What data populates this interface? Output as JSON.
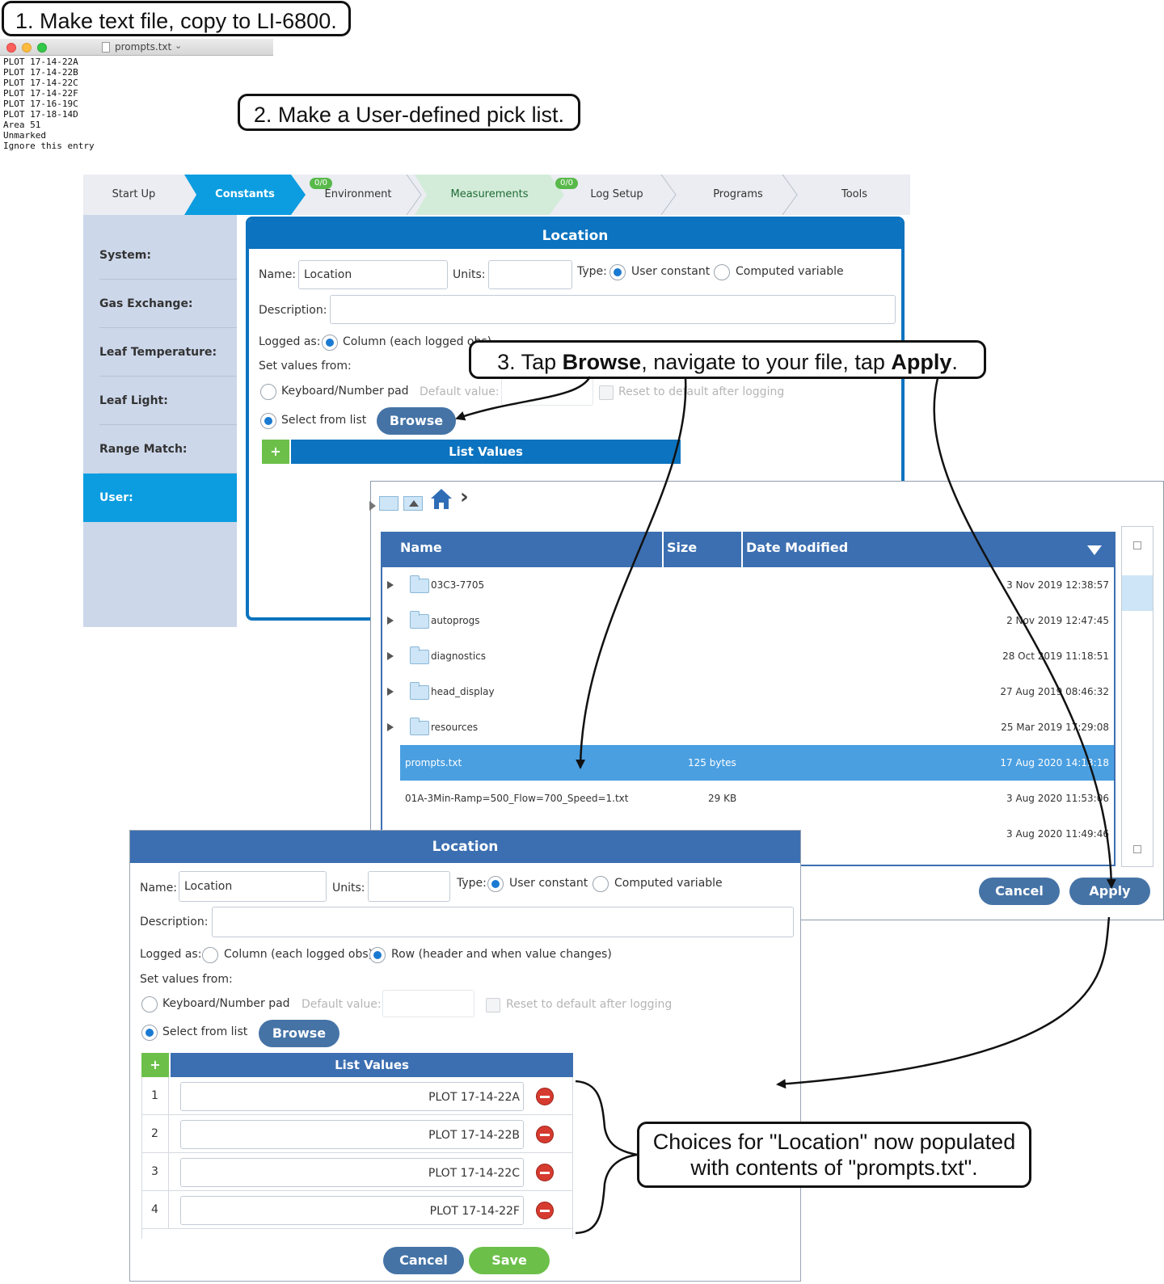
{
  "callouts": {
    "step1": "1. Make text file, copy to LI-6800.",
    "step2": "2. Make a User-defined pick list.",
    "step3_pre": "3. Tap ",
    "step3_b1": "Browse",
    "step3_mid": ", navigate to your file, tap ",
    "step3_b2": "Apply",
    "step3_post": ".",
    "result_line1": "Choices for \"Location\" now populated",
    "result_line2": "with contents of \"prompts.txt\"."
  },
  "textfile": {
    "window_title": "prompts.txt",
    "lines": [
      "PLOT 17-14-22A",
      "PLOT 17-14-22B",
      "PLOT 17-14-22C",
      "PLOT 17-14-22F",
      "PLOT 17-16-19C",
      "PLOT 17-18-14D",
      "Area 51",
      "Unmarked",
      "Ignore this entry"
    ]
  },
  "tabs": [
    {
      "label": "Start Up"
    },
    {
      "label": "Constants"
    },
    {
      "label": "Environment",
      "badge": "0/0"
    },
    {
      "label": "Measurements"
    },
    {
      "label": "Log Setup",
      "badge": "0/0"
    },
    {
      "label": "Programs"
    },
    {
      "label": "Tools"
    }
  ],
  "sidebar": [
    "System:",
    "Gas Exchange:",
    "Leaf Temperature:",
    "Leaf Light:",
    "Range Match:",
    "User:"
  ],
  "form": {
    "title": "Location",
    "name_label": "Name:",
    "name_value": "Location",
    "units_label": "Units:",
    "type_label": "Type:",
    "type_user": "User constant",
    "type_computed": "Computed variable",
    "description_label": "Description:",
    "logged_as_label": "Logged as:",
    "logged_column": "Column (each logged obs)",
    "logged_row": "Row (header and when value changes)",
    "set_values_label": "Set values from:",
    "keyboard": "Keyboard/Number pad",
    "default_value": "Default value:",
    "reset": "Reset to default after logging",
    "select_list": "Select from list",
    "browse": "Browse",
    "plus": "+",
    "list_values": "List Values",
    "cancel": "Cancel",
    "save": "Save"
  },
  "browser": {
    "columns": [
      "Name",
      "Size",
      "Date Modified"
    ],
    "rows": [
      {
        "name": "03C3-7705",
        "size": "",
        "date": "3 Nov 2019 12:38:57",
        "folder": true
      },
      {
        "name": "autoprogs",
        "size": "",
        "date": "2 Nov 2019 12:47:45",
        "folder": true
      },
      {
        "name": "diagnostics",
        "size": "",
        "date": "28 Oct 2019 11:18:51",
        "folder": true
      },
      {
        "name": "head_display",
        "size": "",
        "date": "27 Aug 2019 08:46:32",
        "folder": true
      },
      {
        "name": "resources",
        "size": "",
        "date": "25 Mar 2019 17:29:08",
        "folder": true
      },
      {
        "name": "prompts.txt",
        "size": "125 bytes",
        "date": "17 Aug 2020 14:13:18",
        "selected": true
      },
      {
        "name": "01A-3Min-Ramp=500_Flow=700_Speed=1.txt",
        "size": "29 KB",
        "date": "3 Aug 2020 11:53:06"
      },
      {
        "name": "",
        "size": "",
        "date": "3 Aug 2020 11:49:46"
      }
    ],
    "cancel": "Cancel",
    "apply": "Apply"
  },
  "list_values": [
    "PLOT 17-14-22A",
    "PLOT 17-14-22B",
    "PLOT 17-14-22C",
    "PLOT 17-14-22F"
  ],
  "indices": [
    "1",
    "2",
    "3",
    "4"
  ]
}
